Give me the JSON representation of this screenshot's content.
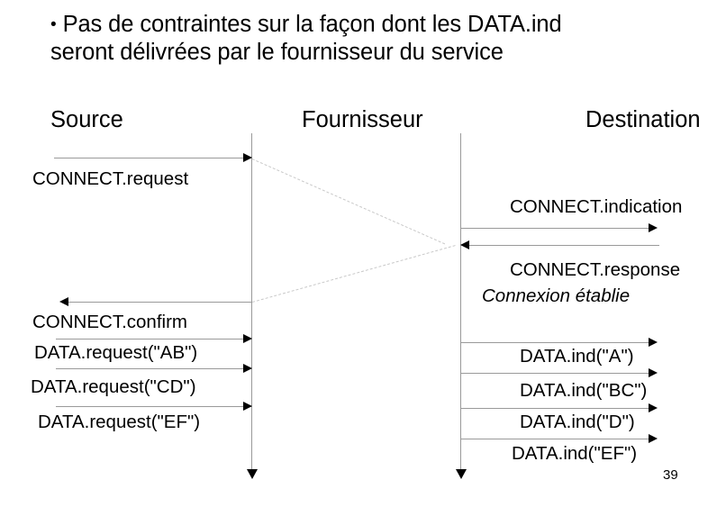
{
  "slide": {
    "page_number": "39",
    "bullet": {
      "marker": "•",
      "line1": "Pas de contraintes sur la façon dont les DATA.ind",
      "line2": "seront délivrées par le fournisseur du service"
    },
    "columns": {
      "source": "Source",
      "provider": "Fournisseur",
      "destination": "Destination"
    },
    "messages": {
      "connect_request": "CONNECT.request",
      "connect_indication": "CONNECT.indication",
      "connect_response": "CONNECT.response",
      "connexion_etablie": "Connexion établie",
      "connect_confirm": "CONNECT.confirm",
      "data_request_ab": "DATA.request(\"AB\")",
      "data_request_cd": "DATA.request(\"CD\")",
      "data_request_ef": "DATA.request(\"EF\")",
      "data_ind_a": "DATA.ind(\"A\")",
      "data_ind_bc": "DATA.ind(\"BC\")",
      "data_ind_d": "DATA.ind(\"D\")",
      "data_ind_ef": "DATA.ind(\"EF\")"
    },
    "colors": {
      "text": "#000000",
      "lifeline": "#9a9a9a",
      "message_line": "#9a9a9a",
      "diagonal": "#c9c9c9",
      "background": "#ffffff"
    }
  }
}
